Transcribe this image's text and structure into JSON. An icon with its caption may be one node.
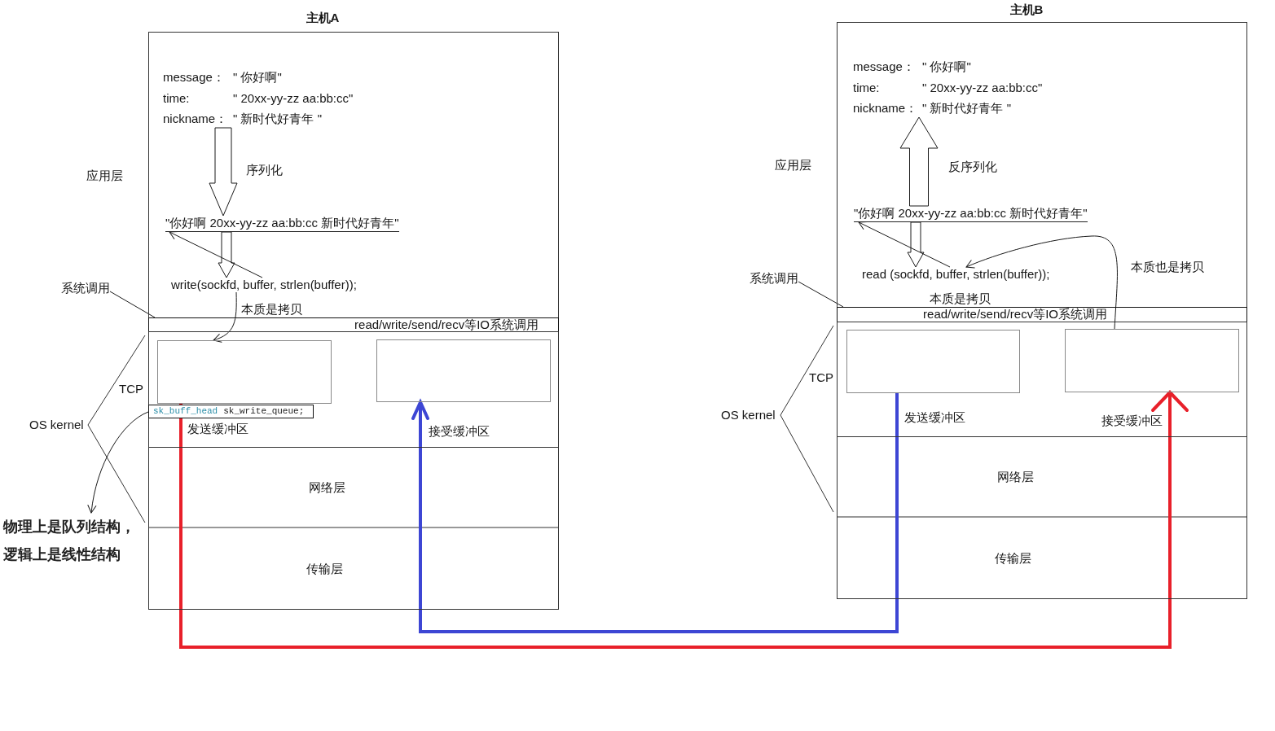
{
  "diagram": {
    "nodes": [
      {
        "text": [
          "主机A"
        ]
      },
      {
        "text": [
          "message：",
          "\" 你好啊\"",
          "time:",
          "\" 20xx-yy-zz aa:bb:cc\"",
          "nickname：",
          "\" 新时代好青年 \""
        ],
        "in": 0
      },
      {
        "text": [
          "\"你好啊 20xx-yy-zz aa:bb:cc 新时代好青年\""
        ],
        "in": 0
      },
      {
        "text": [
          "write(sockfd, buffer, strlen(buffer));"
        ],
        "in": 0
      },
      {
        "text": [
          "read/write/send/recv等IO系统调用"
        ],
        "in": 0
      },
      {
        "text": [],
        "shape": "box",
        "in": 0
      },
      {
        "text": [
          "发送缓冲区"
        ],
        "in": 5
      },
      {
        "text": [
          "sk_buff_head",
          "sk_write_queue;"
        ],
        "in": 5
      },
      {
        "text": [
          "物理上是队列结构，逻辑上是线性结构"
        ]
      },
      {
        "text": [
          "接受缓冲区"
        ],
        "in": 5
      },
      {
        "text": [
          "系统调用"
        ]
      },
      {
        "text": [
          "主机B"
        ]
      },
      {
        "text": [
          "message：",
          "\" 你好啊\"",
          "time:",
          "\" 20xx-yy-zz aa:bb:cc\"",
          "nickname：",
          "\" 新时代好青年 \""
        ],
        "in": 11
      },
      {
        "text": [
          "\"你好啊 20xx-yy-zz aa:bb:cc 新时代好青年\""
        ],
        "in": 11
      },
      {
        "text": [
          "read (sockfd, buffer, strlen(buffer));"
        ],
        "in": 11
      },
      {
        "text": [
          "read/write/send/recv等IO系统调用"
        ],
        "in": 11
      },
      {
        "text": [],
        "shape": "box",
        "in": 11
      },
      {
        "text": [
          "发送缓冲区"
        ],
        "in": 16
      },
      {
        "text": [
          "接受缓冲区"
        ],
        "in": 16
      },
      {
        "text": [
          "系统调用"
        ]
      }
    ],
    "edges": [
      {
        "from": 1,
        "to": 2,
        "arrow": "to",
        "label": "序列化"
      },
      {
        "from": 2,
        "to": 3,
        "arrow": "to"
      },
      {
        "from": 3,
        "to": 2,
        "arrow": "to"
      },
      {
        "from": 3,
        "to": 6,
        "arrow": "to",
        "label": "本质是拷贝"
      },
      {
        "from": 7,
        "to": 8,
        "arrow": "to"
      },
      {
        "from": 10,
        "to": 4,
        "arrow": "none"
      },
      {
        "from": 13,
        "to": 12,
        "arrow": "to",
        "label": "反序列化"
      },
      {
        "from": 13,
        "to": 14,
        "arrow": "to"
      },
      {
        "from": 14,
        "to": 13,
        "arrow": "to"
      },
      {
        "from": 18,
        "to": 14,
        "arrow": "to",
        "label": "本质也是拷贝"
      },
      {
        "from": 19,
        "to": 15,
        "arrow": "none"
      },
      {
        "from": 6,
        "to": 18,
        "arrow": "to",
        "style": "thick",
        "color": "#e8202a"
      },
      {
        "from": 17,
        "to": 9,
        "arrow": "to",
        "style": "thick",
        "color": "#3d46d4"
      }
    ],
    "labels": [
      "应用层",
      "TCP",
      "OS kernel",
      "网络层",
      "传输层",
      "应用层",
      "本质是拷贝",
      "TCP",
      "OS kernel",
      "网络层",
      "传输层"
    ]
  }
}
